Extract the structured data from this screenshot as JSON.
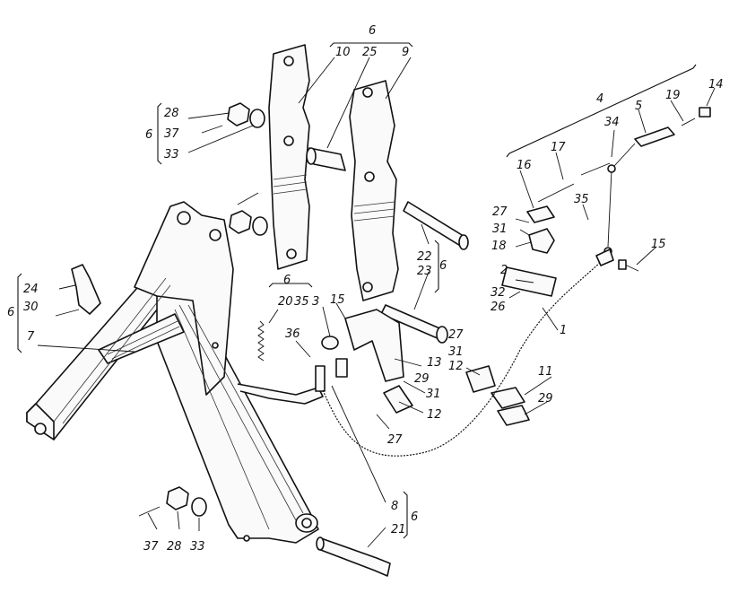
{
  "labels": {
    "l1": "1",
    "l2": "2",
    "l3": "3",
    "l4": "4",
    "l5": "5",
    "l6a": "6",
    "l6b": "6",
    "l6c": "6",
    "l6d": "6",
    "l6e": "6",
    "l6f": "6",
    "l7": "7",
    "l8": "8",
    "l9": "9",
    "l10": "10",
    "l11": "11",
    "l12a": "12",
    "l12b": "12",
    "l13": "13",
    "l14": "14",
    "l15a": "15",
    "l15b": "15",
    "l16": "16",
    "l17": "17",
    "l18": "18",
    "l19": "19",
    "l20": "20",
    "l21": "21",
    "l22": "22",
    "l23": "23",
    "l24": "24",
    "l25": "25",
    "l26": "26",
    "l27a": "27",
    "l27b": "27",
    "l27c": "27",
    "l28a": "28",
    "l28b": "28",
    "l29a": "29",
    "l29b": "29",
    "l30": "30",
    "l31a": "31",
    "l31b": "31",
    "l31c": "31",
    "l32": "32",
    "l33a": "33",
    "l33b": "33",
    "l34": "34",
    "l35a": "35",
    "l35b": "35",
    "l36": "36",
    "l37a": "37",
    "l37b": "37"
  },
  "colors": {
    "ink": "#111111",
    "paper": "#ffffff"
  }
}
